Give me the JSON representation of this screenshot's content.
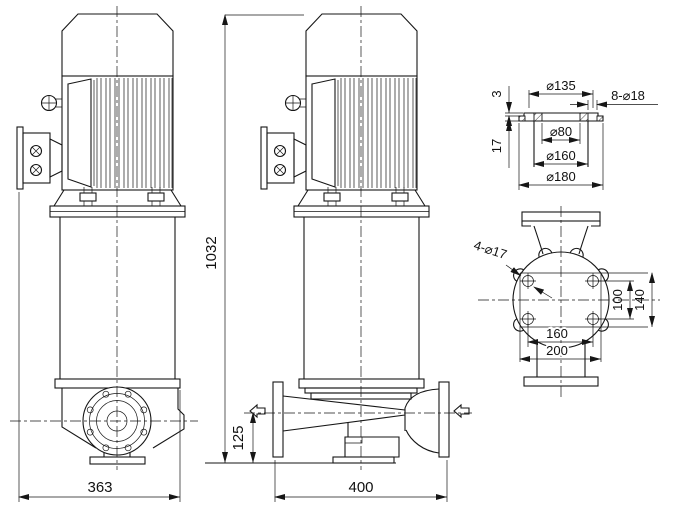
{
  "front": {
    "width": "363"
  },
  "side": {
    "height": "1032",
    "port_height": "125",
    "width": "400"
  },
  "flange_detail": {
    "bolt_circle_dia": "⌀135",
    "bolt_holes": "8-⌀18",
    "bore_dia": "⌀80",
    "neck_dia": "⌀160",
    "outer_dia": "⌀180",
    "raised_face_height": "3",
    "flange_thickness": "17"
  },
  "port_flange_view": {
    "bolt_holes": "4-⌀17",
    "bolt_pitch_vertical": "100",
    "pad_height": "140",
    "bolt_pitch_horizontal": "160",
    "pad_width": "200"
  }
}
